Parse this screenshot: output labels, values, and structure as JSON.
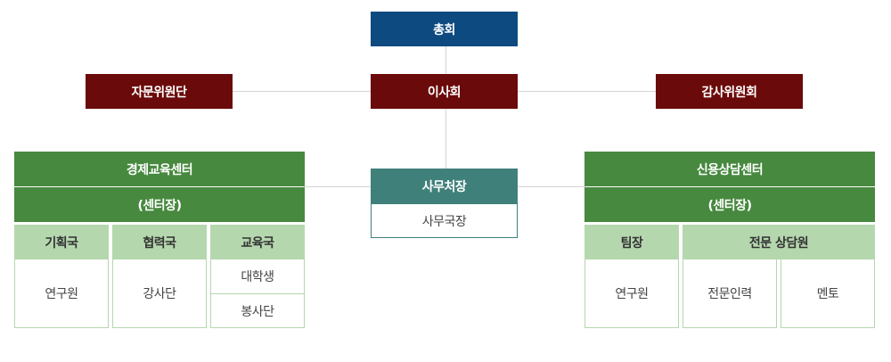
{
  "top": {
    "general_assembly": "총회"
  },
  "board": {
    "advisory": "자문위원단",
    "directors": "이사회",
    "audit": "감사위원회"
  },
  "secretariat": {
    "head": "사무처장",
    "sub": "사무국장"
  },
  "left_center": {
    "title": "경제교육센터",
    "leader": "(센터장)",
    "departments": [
      {
        "name": "기획국",
        "staff": [
          "연구원"
        ]
      },
      {
        "name": "협력국",
        "staff": [
          "강사단"
        ]
      },
      {
        "name": "교육국",
        "staff": [
          "대학생",
          "봉사단"
        ]
      }
    ]
  },
  "right_center": {
    "title": "신용상담센터",
    "leader": "(센터장)",
    "team": {
      "name": "팀장",
      "staff": "연구원"
    },
    "counselors": {
      "name": "전문 상담원",
      "staff": [
        "전문인력",
        "멘토"
      ]
    }
  }
}
